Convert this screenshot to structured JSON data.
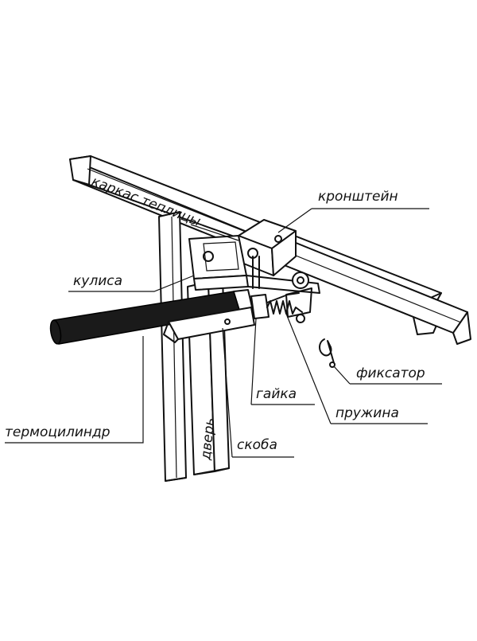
{
  "labels": {
    "frame": "каркас теплицы",
    "bracket": "кронштейн",
    "slider": "кулиса",
    "latch": "фиксатор",
    "nut": "гайка",
    "spring": "пружина",
    "cylinder": "термоцилиндр",
    "door": "дверь",
    "clamp": "скоба"
  },
  "colors": {
    "ink": "#111111",
    "paper": "#ffffff"
  }
}
